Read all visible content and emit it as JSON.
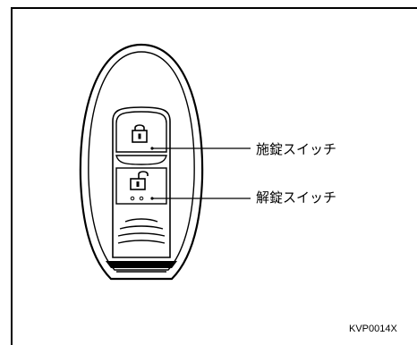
{
  "diagram": {
    "callouts": {
      "lock_switch": "施錠スイッチ",
      "unlock_switch": "解錠スイッチ"
    },
    "figure_code": "KVP0014X"
  },
  "icons": {
    "lock": "padlock-closed-icon",
    "unlock": "padlock-open-icon"
  }
}
